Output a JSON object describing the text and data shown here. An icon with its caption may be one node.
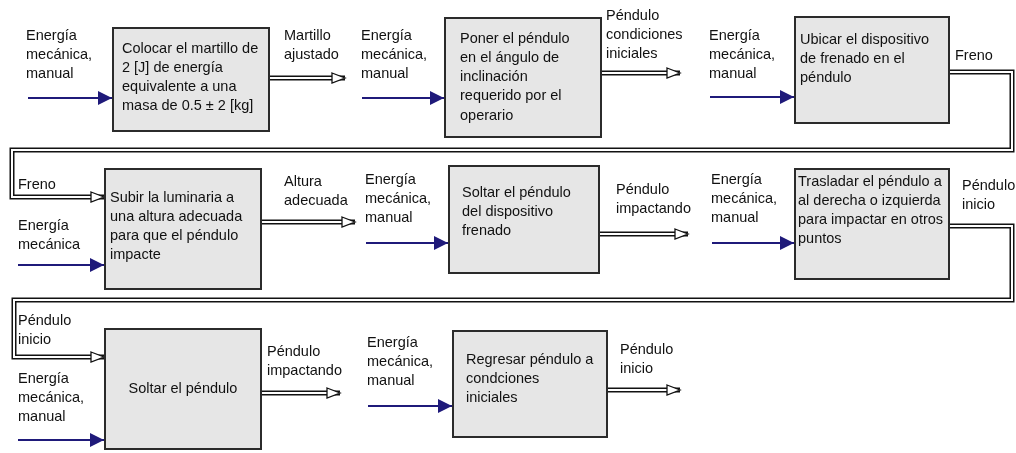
{
  "diagram": {
    "nodes": [
      {
        "text": [
          "Colocar el martillo de 2 [J] de energía equivalente a una masa de 0.5 ± 2 [kg]"
        ]
      },
      {
        "text": [
          "Poner el péndulo en el ángulo de inclinación requerido por el operario"
        ]
      },
      {
        "text": [
          "Ubicar el dispositivo de frenado en el péndulo"
        ]
      },
      {
        "text": [
          "Subir la luminaria a una altura adecuada para que el péndulo impacte"
        ]
      },
      {
        "text": [
          "Soltar el péndulo del dispositivo frenado"
        ]
      },
      {
        "text": [
          "Trasladar el péndulo a al derecha o izquierda para impactar en otros puntos"
        ]
      },
      {
        "text": [
          "Soltar el péndulo"
        ]
      },
      {
        "text": [
          "Regresar péndulo a condciones iniciales"
        ]
      }
    ],
    "edges": [
      {
        "from": null,
        "to": 0,
        "arrow": "to",
        "label": "Energía mecánica, manual",
        "color": "#1f1a7a"
      },
      {
        "from": 0,
        "to": null,
        "arrow": "to",
        "label": "Martillo ajustado",
        "style": "thick",
        "color": "#111111"
      },
      {
        "from": null,
        "to": 1,
        "arrow": "to",
        "label": "Energía mecánica, manual",
        "color": "#1f1a7a"
      },
      {
        "from": 1,
        "to": null,
        "arrow": "to",
        "label": "Péndulo condiciones iniciales",
        "style": "thick",
        "color": "#111111"
      },
      {
        "from": null,
        "to": 2,
        "arrow": "to",
        "label": "Energía mecánica, manual",
        "color": "#1f1a7a"
      },
      {
        "from": 2,
        "to": 3,
        "arrow": "to",
        "label": "Freno",
        "style": "thick",
        "color": "#111111"
      },
      {
        "from": null,
        "to": 3,
        "arrow": "to",
        "label": "Energía mecánica",
        "color": "#1f1a7a"
      },
      {
        "from": 3,
        "to": null,
        "arrow": "to",
        "label": "Altura adecuada",
        "style": "thick",
        "color": "#111111"
      },
      {
        "from": null,
        "to": 4,
        "arrow": "to",
        "label": "Energía mecánica, manual",
        "color": "#1f1a7a"
      },
      {
        "from": 4,
        "to": null,
        "arrow": "to",
        "label": "Péndulo impactando",
        "style": "thick",
        "color": "#111111"
      },
      {
        "from": null,
        "to": 5,
        "arrow": "to",
        "label": "Energía mecánica, manual",
        "color": "#1f1a7a"
      },
      {
        "from": 5,
        "to": 6,
        "arrow": "to",
        "label": "Péndulo inicio",
        "style": "thick",
        "color": "#111111"
      },
      {
        "from": null,
        "to": 6,
        "arrow": "to",
        "label": "Energía mecánica, manual",
        "color": "#1f1a7a"
      },
      {
        "from": 6,
        "to": null,
        "arrow": "to",
        "label": "Péndulo impactando",
        "style": "thick",
        "color": "#111111"
      },
      {
        "from": null,
        "to": 7,
        "arrow": "to",
        "label": "Energía mecánica, manual",
        "color": "#1f1a7a"
      },
      {
        "from": 7,
        "to": null,
        "arrow": "to",
        "label": "Péndulo inicio",
        "style": "thick",
        "color": "#111111"
      }
    ],
    "labels": [
      "Freno",
      "Péndulo inicio"
    ]
  }
}
